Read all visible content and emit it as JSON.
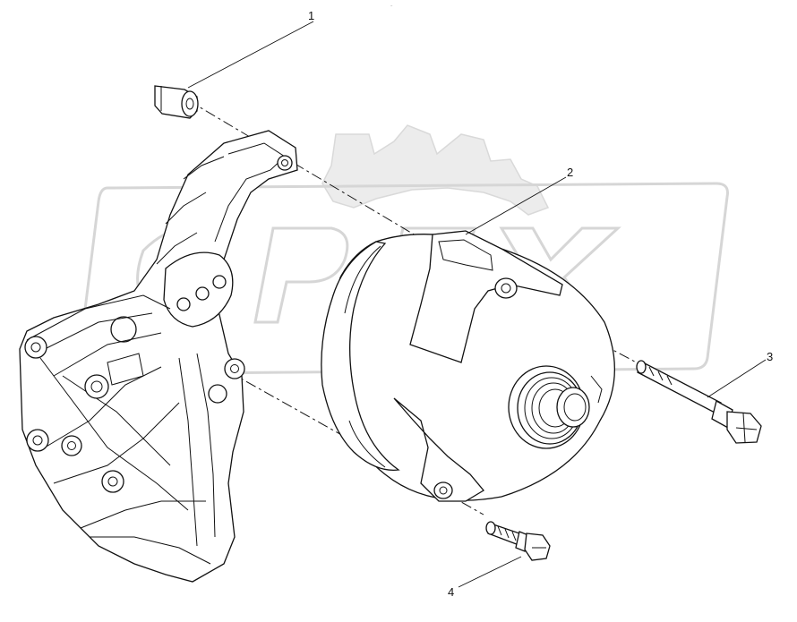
{
  "watermark": {
    "brand": "OPEX",
    "gear_color": "#ececec"
  },
  "header_mark": "~",
  "callouts": [
    {
      "id": "1",
      "part": "spacer-bushing"
    },
    {
      "id": "2",
      "part": "alternator"
    },
    {
      "id": "3",
      "part": "long-flange-bolt"
    },
    {
      "id": "4",
      "part": "short-flange-bolt"
    }
  ],
  "colors": {
    "line": "#111111",
    "background": "#ffffff",
    "watermark": "#d9d9d9"
  }
}
